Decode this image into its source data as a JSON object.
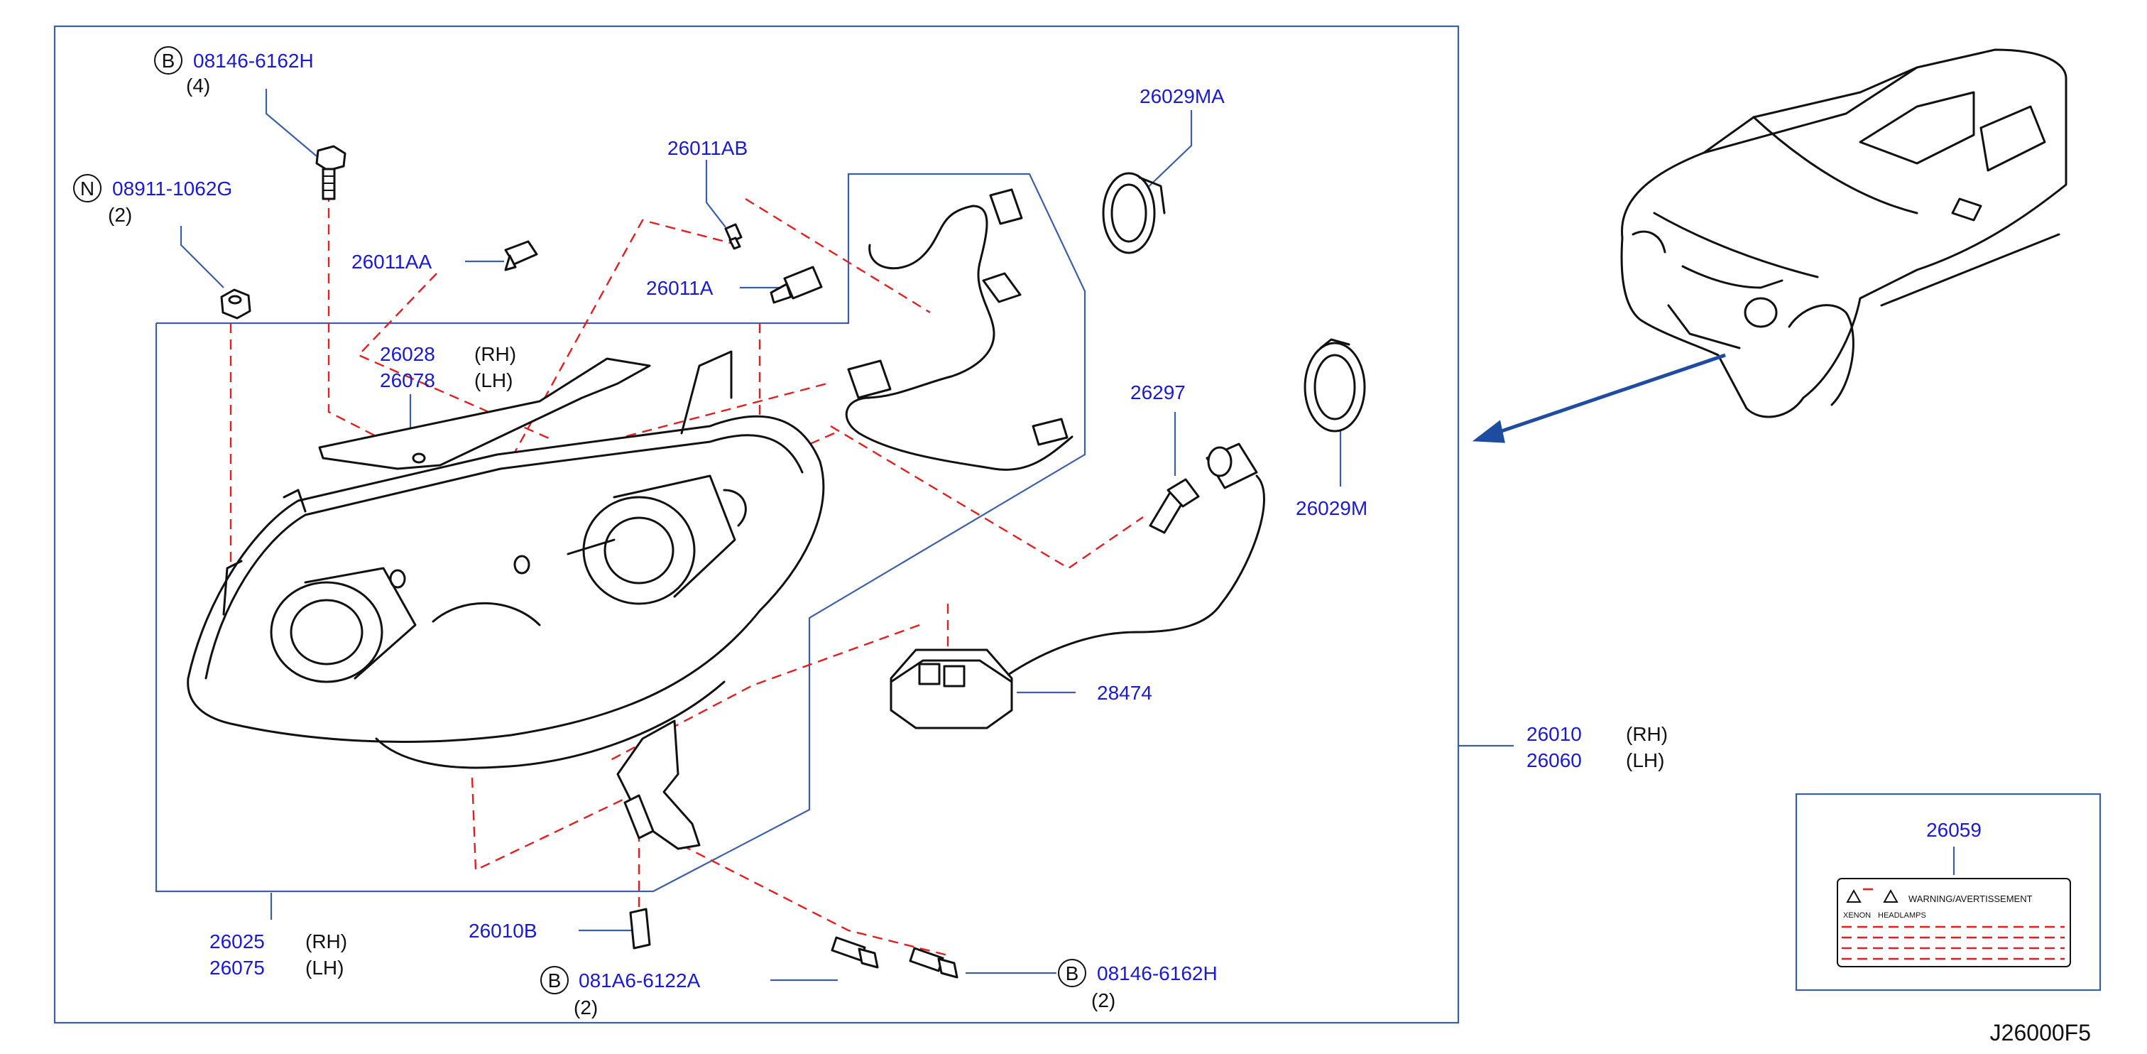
{
  "diagram_code": "J26000F5",
  "callouts": {
    "bolt_top": {
      "prefix": "B",
      "part": "08146-6162H",
      "qty": "(4)"
    },
    "nut": {
      "prefix": "N",
      "part": "08911-1062G",
      "qty": "(2)"
    },
    "p_26011AB": {
      "part": "26011AB"
    },
    "p_26011AA": {
      "part": "26011AA"
    },
    "p_26011A": {
      "part": "26011A"
    },
    "p_26028": {
      "part": "26028",
      "side": "(RH)"
    },
    "p_26078": {
      "part": "26078",
      "side": "(LH)"
    },
    "p_26029MA": {
      "part": "26029MA"
    },
    "p_26297": {
      "part": "26297"
    },
    "p_26029M": {
      "part": "26029M"
    },
    "p_28474": {
      "part": "28474"
    },
    "p_26010": {
      "part": "26010",
      "side": "(RH)"
    },
    "p_26060": {
      "part": "26060",
      "side": "(LH)"
    },
    "p_26025": {
      "part": "26025",
      "side": "(RH)"
    },
    "p_26075": {
      "part": "26075",
      "side": "(LH)"
    },
    "p_26010B": {
      "part": "26010B"
    },
    "bolt_bottom_left": {
      "prefix": "B",
      "part": "081A6-6122A",
      "qty": "(2)"
    },
    "bolt_bottom_right": {
      "prefix": "B",
      "part": "08146-6162H",
      "qty": "(2)"
    },
    "p_26059": {
      "part": "26059"
    }
  },
  "warning_label": {
    "title": "WARNING/AVERTISSEMENT",
    "col1": "XENON",
    "col2": "HEADLAMPS"
  },
  "colors": {
    "part_number": "#1a1ad0",
    "frame": "#3a5fa8",
    "dashed_leader": "#e02020",
    "arrow": "#1e4da0"
  }
}
